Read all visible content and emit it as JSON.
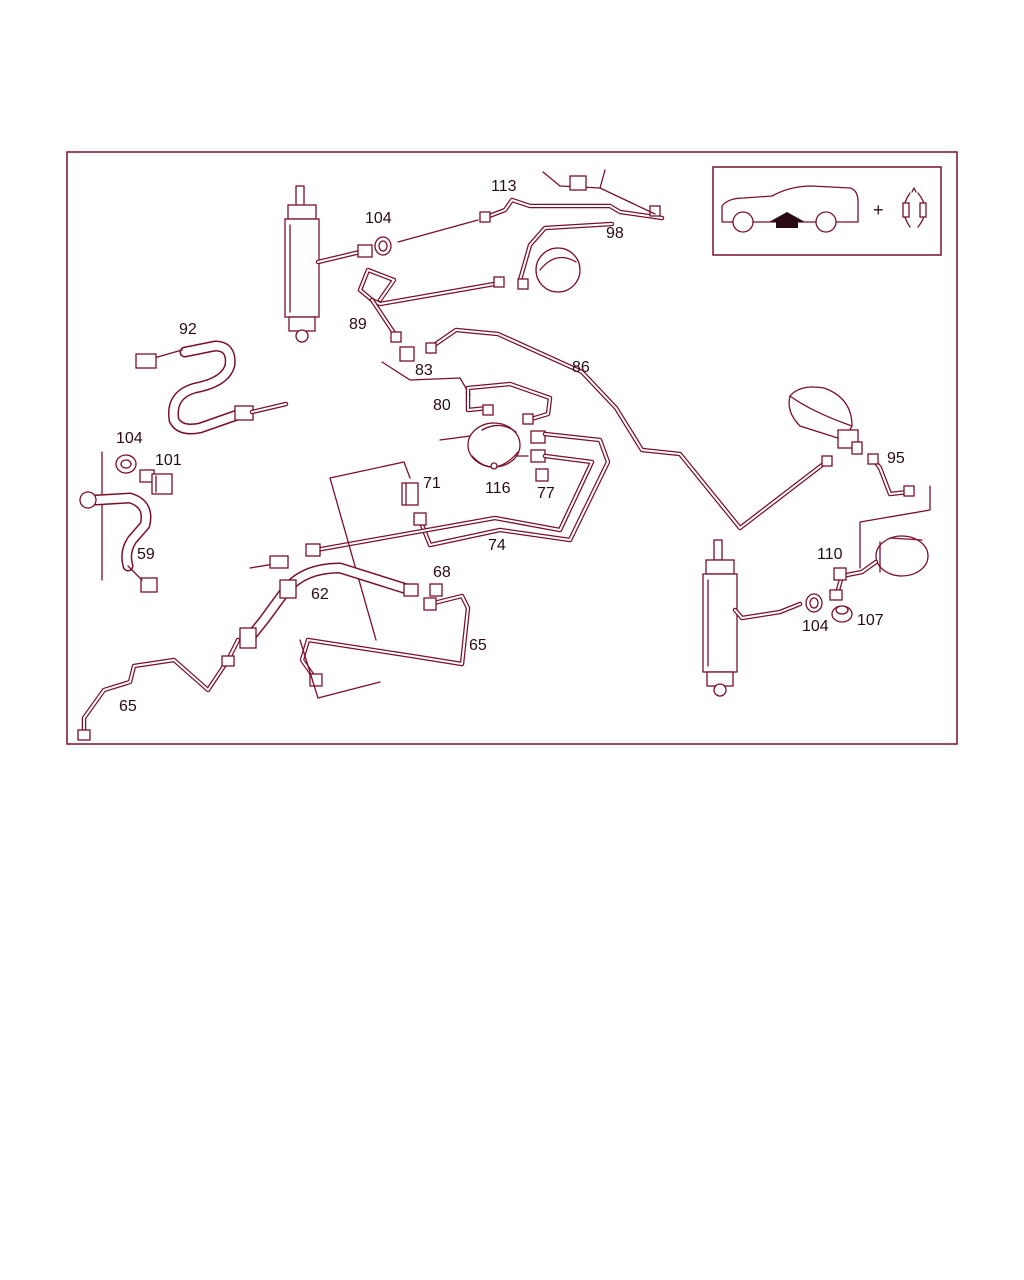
{
  "callouts": [
    {
      "id": "c113",
      "text": "113"
    },
    {
      "id": "c104a",
      "text": "104"
    },
    {
      "id": "c98",
      "text": "98"
    },
    {
      "id": "c89",
      "text": "89"
    },
    {
      "id": "c92",
      "text": "92"
    },
    {
      "id": "c83",
      "text": "83"
    },
    {
      "id": "c86",
      "text": "86"
    },
    {
      "id": "c80",
      "text": "80"
    },
    {
      "id": "c104b",
      "text": "104"
    },
    {
      "id": "c101",
      "text": "101"
    },
    {
      "id": "c116",
      "text": "116"
    },
    {
      "id": "c77",
      "text": "77"
    },
    {
      "id": "c95",
      "text": "95"
    },
    {
      "id": "c71",
      "text": "71"
    },
    {
      "id": "c59",
      "text": "59"
    },
    {
      "id": "c74",
      "text": "74"
    },
    {
      "id": "c110",
      "text": "110"
    },
    {
      "id": "c68",
      "text": "68"
    },
    {
      "id": "c62",
      "text": "62"
    },
    {
      "id": "c65a",
      "text": "65"
    },
    {
      "id": "c104c",
      "text": "104"
    },
    {
      "id": "c107",
      "text": "107"
    },
    {
      "id": "c65b",
      "text": "65"
    }
  ],
  "legend": {
    "plus": "+",
    "icons": [
      "station-wagon-rear-icon",
      "bracket-pair-icon"
    ]
  },
  "colors": {
    "line": "#7a0f2a",
    "text": "#2a0a12",
    "background": "#ffffff"
  }
}
